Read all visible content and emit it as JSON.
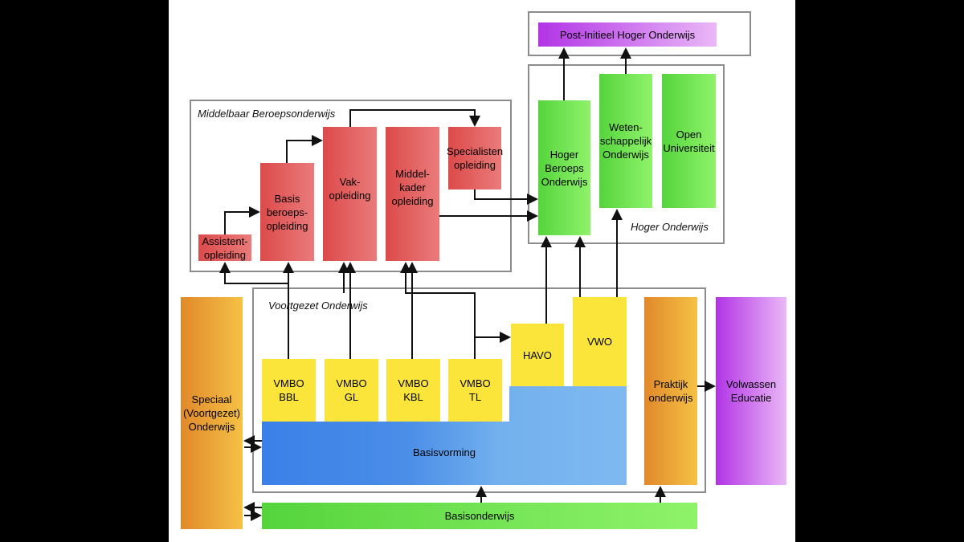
{
  "sections": {
    "mbo": "Middelbaar Beroepsonderwijs",
    "ho": "Hoger Onderwijs",
    "vo": "Voortgezet Onderwijs"
  },
  "boxes": {
    "post_initieel": "Post-Initieel Hoger Onderwijs",
    "assistent": "Assistent-\nopleiding",
    "basis_beroeps": "Basis\nberoeps-\nopleiding",
    "vak": "Vak-\nopleiding",
    "middelkader": "Middel-\nkader\nopleiding",
    "specialisten": "Specialisten\nopleiding",
    "hbo": "Hoger\nBeroeps\nOnderwijs",
    "wo": "Weten-\nschappelijk\nOnderwijs",
    "ou": "Open\nUniversiteit",
    "speciaal": "Speciaal\n(Voortgezet)\nOnderwijs",
    "vmbo_bbl": "VMBO\nBBL",
    "vmbo_gl": "VMBO\nGL",
    "vmbo_kbl": "VMBO\nKBL",
    "vmbo_tl": "VMBO\nTL",
    "havo": "HAVO",
    "vwo": "VWO",
    "basisvorming": "Basisvorming",
    "praktijk": "Praktijk\nonderwijs",
    "volwassen": "Volwassen\nEducatie",
    "basisonderwijs": "Basisonderwijs"
  },
  "colors": {
    "mbo": "#dd4a4a",
    "ho": "#55d43c",
    "vo": "#fbe53a",
    "basisvorming": "#3a80e8",
    "speciaal": "#e1892a",
    "volwassen": "#b234e6"
  }
}
